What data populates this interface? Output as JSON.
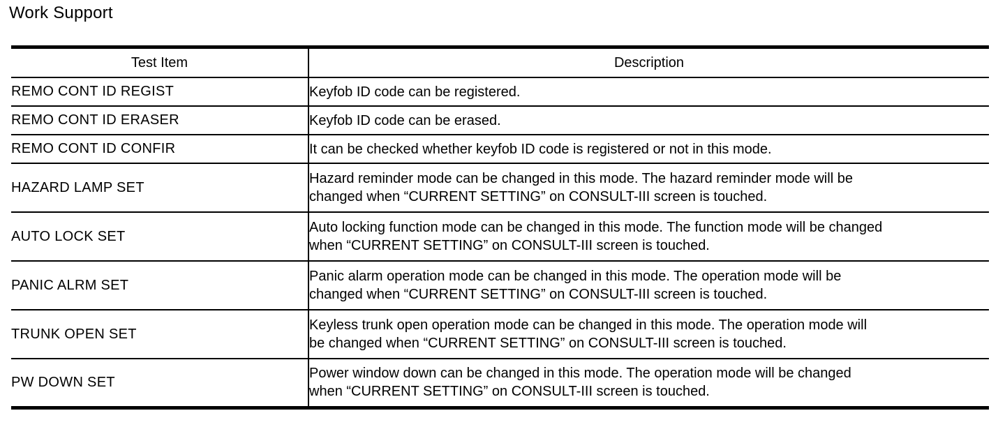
{
  "page_title": "Work Support",
  "colors": {
    "text": "#000000",
    "background": "#ffffff",
    "border": "#000000"
  },
  "table": {
    "headers": {
      "test_item": "Test Item",
      "description": "Description"
    },
    "rows": [
      {
        "test_item": "REMO CONT ID REGIST",
        "description": "Keyfob ID code can be registered."
      },
      {
        "test_item": "REMO CONT ID ERASER",
        "description": "Keyfob ID code can be erased."
      },
      {
        "test_item": "REMO CONT ID CONFIR",
        "description": "It can be checked whether keyfob ID code is registered or not in this mode."
      },
      {
        "test_item": "HAZARD LAMP SET",
        "description": "Hazard reminder mode can be changed in this mode. The hazard reminder mode will be\nchanged when “CURRENT SETTING” on CONSULT-III screen is touched."
      },
      {
        "test_item": "AUTO LOCK SET",
        "description": "Auto locking function mode can be changed in this mode. The function mode will be changed\nwhen “CURRENT SETTING” on CONSULT-III screen is touched."
      },
      {
        "test_item": "PANIC ALRM SET",
        "description": "Panic alarm operation mode can be changed in this mode. The operation mode will be\nchanged when “CURRENT SETTING” on CONSULT-III screen is touched."
      },
      {
        "test_item": "TRUNK OPEN SET",
        "description": "Keyless trunk open operation mode can be changed in this mode. The operation mode will\nbe changed when “CURRENT SETTING” on CONSULT-III screen is touched."
      },
      {
        "test_item": "PW DOWN SET",
        "description": "Power window down can be changed in this mode. The operation mode will be changed\nwhen “CURRENT SETTING” on CONSULT-III screen is touched."
      }
    ]
  }
}
